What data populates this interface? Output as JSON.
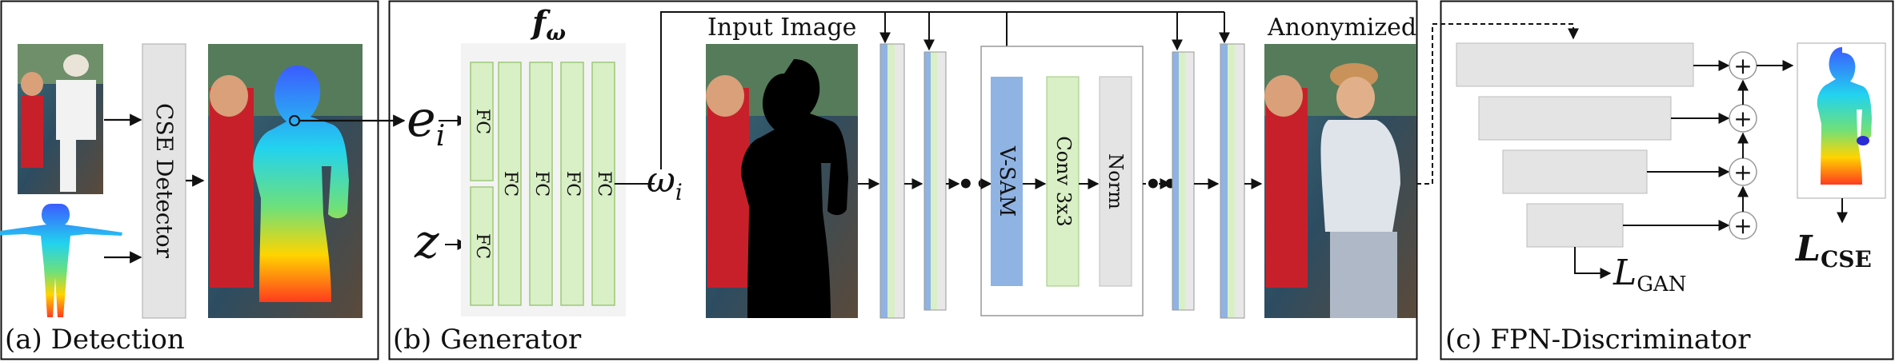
{
  "panels": {
    "detection": {
      "label": "(a) Detection",
      "detector": "CSE Detector"
    },
    "generator": {
      "label": "(b) Generator",
      "mapping_net": "f",
      "mapping_net_sub": "ω",
      "embedding": "e",
      "embedding_sub": "i",
      "latent": "z",
      "w_out": "ω",
      "w_out_sub": "i",
      "fc": "FC",
      "input_image": "Input  Image",
      "vsam": "V-SAM",
      "conv": "Conv  3x3",
      "norm": "Norm",
      "anonymized": "Anonymized",
      "ellipsis": "•••"
    },
    "discriminator": {
      "label": "(c) FPN-Discriminator",
      "loss_gan": "L",
      "loss_gan_sub": "GAN",
      "loss_cse": "L",
      "loss_cse_sub": "CSE",
      "plus": "+"
    }
  },
  "colors": {
    "fc_fill": "#d9efc6",
    "fc_stroke": "#9cc97a",
    "vsam_fill": "#8fb3e3",
    "gray_box": "#e4e4e4",
    "mapping_bg": "#f3f3f3"
  }
}
